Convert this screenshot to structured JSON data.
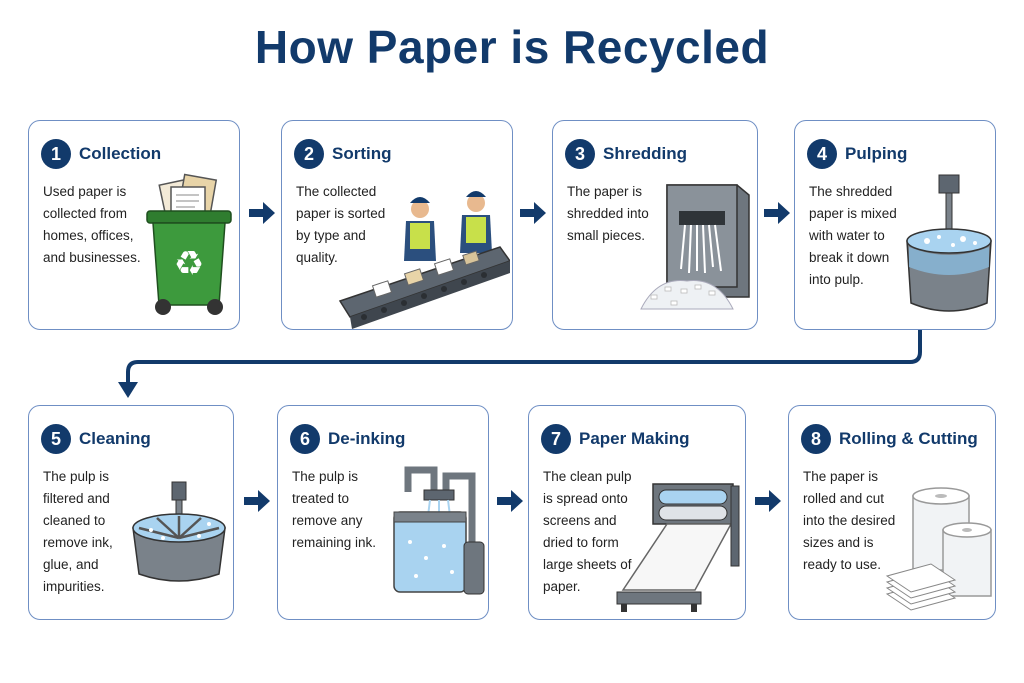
{
  "title": "How Paper is Recycled",
  "steps": [
    {
      "num": "1",
      "title": "Collection",
      "desc": "Used paper is\ncollected from\nhomes, offices,\nand businesses."
    },
    {
      "num": "2",
      "title": "Sorting",
      "desc": "The collected\npaper is sorted\nby type and\nquality."
    },
    {
      "num": "3",
      "title": "Shredding",
      "desc": "The paper is\nshredded into\nsmall pieces."
    },
    {
      "num": "4",
      "title": "Pulping",
      "desc": "The shredded\npaper is mixed\nwith water to\nbreak it down\ninto pulp."
    },
    {
      "num": "5",
      "title": "Cleaning",
      "desc": "The pulp is\nfiltered and\ncleaned to\nremove ink,\nglue, and\nimpurities."
    },
    {
      "num": "6",
      "title": "De-inking",
      "desc": "The pulp is\ntreated to\nremove any\nremaining ink."
    },
    {
      "num": "7",
      "title": "Paper Making",
      "desc": "The clean pulp\nis spread onto\nscreens and\ndried to form\nlarge sheets of\npaper."
    },
    {
      "num": "8",
      "title": "Rolling & Cutting",
      "desc": "The paper is\nrolled and cut\ninto the desired\nsizes and is\nready to use."
    }
  ],
  "colors": {
    "primary": "#123a6b",
    "border": "#6f8fc4",
    "bin_green": "#3d9a3d",
    "water_blue": "#a9d3f0"
  },
  "icons": [
    "recycle-bin-icon",
    "conveyor-workers-icon",
    "shredder-icon",
    "pulper-tank-icon",
    "filter-tank-icon",
    "deinking-tanks-icon",
    "paper-machine-icon",
    "paper-rolls-icon"
  ]
}
